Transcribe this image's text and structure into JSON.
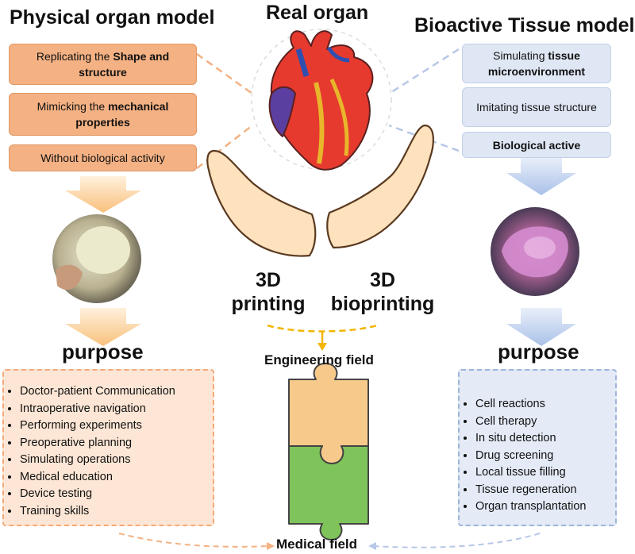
{
  "titles": {
    "physical": "Physical organ model",
    "real": "Real organ",
    "bioactive": "Bioactive Tissue model"
  },
  "left_boxes": [
    {
      "pre": "Replicating the ",
      "bold": "Shape and structure"
    },
    {
      "pre": "Mimicking the ",
      "bold": "mechanical properties"
    },
    {
      "text": "Without biological activity"
    }
  ],
  "right_boxes": [
    {
      "pre": "Simulating ",
      "bold": "tissue microenvironment"
    },
    {
      "text": "Imitating tissue structure"
    },
    {
      "bold": "Biological active"
    }
  ],
  "printing": {
    "left": "3D printing",
    "right": "3D bioprinting"
  },
  "fields": {
    "engineering": "Engineering field",
    "medical": "Medical field"
  },
  "purpose_left": {
    "label": "purpose",
    "items": [
      "Doctor-patient Communication",
      "Intraoperative navigation",
      "Performing experiments",
      "Preoperative planning",
      "Simulating operations",
      "Medical education",
      "Device testing",
      "Training skills"
    ]
  },
  "purpose_right": {
    "label": "purpose",
    "items": [
      "Cell reactions",
      "Cell therapy",
      "In situ detection",
      "Drug screening",
      "Local tissue filling",
      "Tissue regeneration",
      "Organ transplantation"
    ]
  },
  "colors": {
    "physical_box": "#f4b183",
    "bioactive_box": "#dfe6f4",
    "puzzle_top": "#f7c98b",
    "puzzle_bottom": "#7fc45a"
  }
}
